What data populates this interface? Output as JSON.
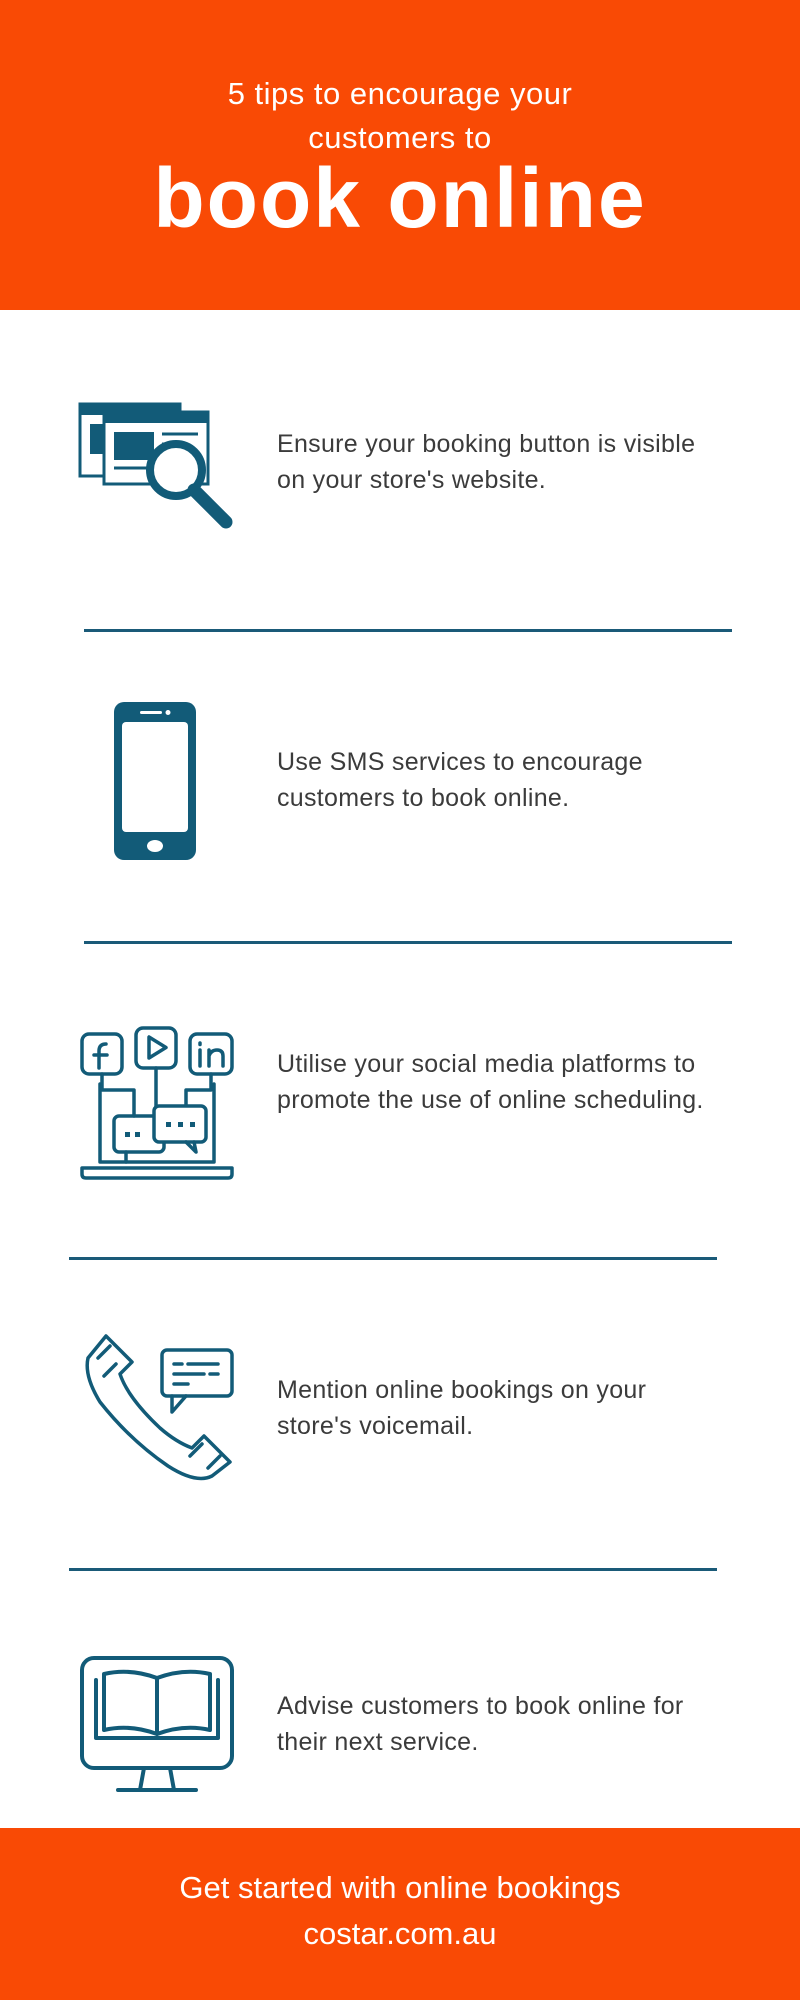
{
  "header": {
    "subtitle_line1": "5 tips to encourage your",
    "subtitle_line2": "customers to",
    "title": "book online",
    "bg_color": "#f94a05"
  },
  "tips": [
    {
      "text": "Ensure your booking button is visible on your store's website.",
      "icon": "website-search-icon"
    },
    {
      "text": "Use SMS services to encourage customers to book online.",
      "icon": "smartphone-icon"
    },
    {
      "text": "Utilise your social media platforms to promote the use of online scheduling.",
      "icon": "social-media-laptop-icon"
    },
    {
      "text": "Mention online bookings on your store's voicemail.",
      "icon": "phone-voicemail-icon"
    },
    {
      "text": "Advise customers to book online for their next service.",
      "icon": "monitor-book-icon"
    }
  ],
  "footer": {
    "line1": "Get started with online bookings",
    "line2": "costar.com.au"
  },
  "colors": {
    "accent": "#f94a05",
    "icon": "#125b78",
    "divider": "#1a5a78",
    "text": "#3b3b3b"
  }
}
